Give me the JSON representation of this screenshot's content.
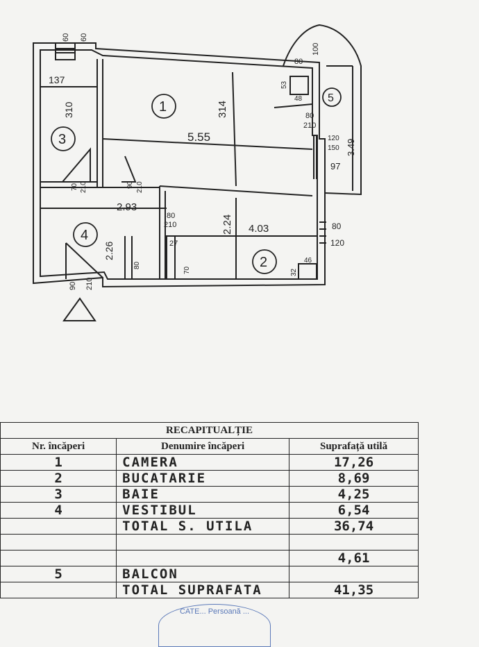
{
  "plan": {
    "rooms": [
      {
        "number": "1"
      },
      {
        "number": "2"
      },
      {
        "number": "3"
      },
      {
        "number": "4"
      },
      {
        "number": "5"
      }
    ],
    "dims": {
      "d60a": "60",
      "d60b": "60",
      "d137": "137",
      "d310": "310",
      "d100": "100",
      "d80top": "80",
      "d314": "314",
      "d555": "5.55",
      "d53": "53",
      "d48": "48",
      "d80b": "80",
      "d210b": "210",
      "d120": "120",
      "d150": "150",
      "d97": "97",
      "d349": "3.49",
      "d70a": "70",
      "d210c": "210",
      "d90a": "90",
      "d210d": "210",
      "d293": "2.93",
      "d80c": "80",
      "d210e": "210",
      "d224": "2.24",
      "d403": "4.03",
      "d80r": "80",
      "d120r": "120",
      "d226": "2.26",
      "d80v": "80",
      "d27": "27",
      "d70b": "70",
      "d32": "32",
      "d46": "46",
      "d90b": "90",
      "d210f": "210"
    }
  },
  "recap": {
    "title": "RECAPITUALȚIE",
    "headers": {
      "nr": "Nr. încăperi",
      "name": "Denumire încăperi",
      "area": "Suprafață utilă"
    },
    "rows": [
      {
        "nr": "1",
        "name": "CAMERA",
        "area": "17,26"
      },
      {
        "nr": "2",
        "name": "BUCATARIE",
        "area": "8,69"
      },
      {
        "nr": "3",
        "name": "BAIE",
        "area": "4,25"
      },
      {
        "nr": "4",
        "name": "VESTIBUL",
        "area": "6,54"
      },
      {
        "nr": "",
        "name": "TOTAL S. UTILA",
        "area": "36,74"
      },
      {
        "nr": "",
        "name": "",
        "area": ""
      },
      {
        "nr": "",
        "name": "",
        "area": "4,61"
      },
      {
        "nr": "5",
        "name": "BALCON",
        "area": ""
      },
      {
        "nr": "",
        "name": "TOTAL SUPRAFATA",
        "area": "41,35"
      }
    ],
    "stamp": "CATE... Persoană ..."
  }
}
